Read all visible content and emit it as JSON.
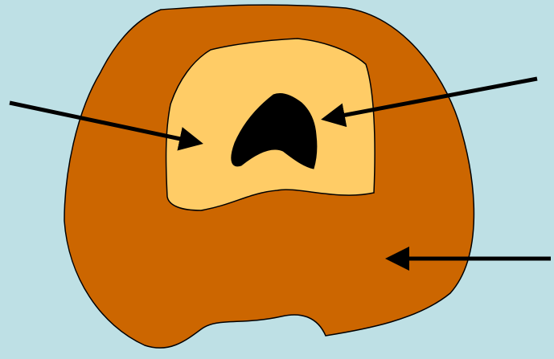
{
  "diagram": {
    "regions": [
      {
        "id": "outer",
        "fill": "#CC6600"
      },
      {
        "id": "inner",
        "fill": "#FFCC66"
      },
      {
        "id": "core",
        "fill": "#000000"
      }
    ],
    "arrows": [
      {
        "id": "arrow-left-to-inner"
      },
      {
        "id": "arrow-right-to-core"
      },
      {
        "id": "arrow-right-to-outer"
      }
    ],
    "colors": {
      "background": "#BEE0E5",
      "outline": "#000000",
      "arrow": "#000000"
    }
  }
}
